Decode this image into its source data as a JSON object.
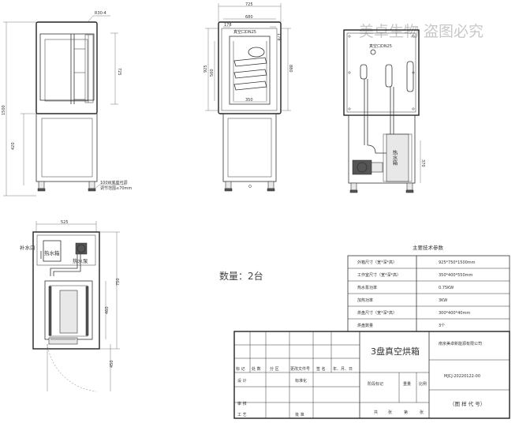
{
  "watermark": "美卓生物 盗图必究",
  "quantity_label": "数量：2台",
  "left_view": {
    "callout": "R30-4",
    "dim_1500": "1500",
    "dim_725": "725",
    "dim_420": "420",
    "note_line1": "100W底座可调",
    "note_line2": "调节范围≤70mm"
  },
  "front_view": {
    "dim_725": "725",
    "dim_680": "680",
    "dim_178_left": "178",
    "dim_178_right": "178",
    "vacuum_label": "真空口DN25",
    "dim_925": "925",
    "dim_500": "500",
    "dim_880": "880",
    "dim_350": "350"
  },
  "back_view": {
    "vacuum_label": "真空口DN25",
    "tank_label": "热水箱",
    "dim_370": "370"
  },
  "top_view": {
    "dim_525": "525",
    "inlet_label": "补水口",
    "tank_label": "热水箱",
    "pump_label": "热水泵",
    "dim_750": "750",
    "dim_460": "460",
    "dim_450": "450"
  },
  "spec_table": {
    "title": "主要技术参数",
    "rows": [
      {
        "label": "外箱尺寸（宽*深*高）",
        "value": "925*750*1500mm"
      },
      {
        "label": "工作室尺寸（宽*深*高）",
        "value": "350*400*550mm"
      },
      {
        "label": "热水泵功率",
        "value": "0.75KW"
      },
      {
        "label": "加热功率",
        "value": "3KW"
      },
      {
        "label": "烘盘尺寸（宽*深*高）",
        "value": "300*400*40mm"
      },
      {
        "label": "烘盘数量",
        "value": "3个"
      }
    ]
  },
  "title_block": {
    "drawing_name": "3盘真空烘箱",
    "company": "南京美卓新能源有限公司",
    "drawing_code": "MJCJ-20220122-00",
    "stage_mark": "阶段标记",
    "weight": "重量",
    "scale": "比例",
    "total": "共",
    "sheets": "张",
    "page": "第",
    "page_sheets": "张",
    "drawing_code_label": "（图 样 代 号）",
    "col_mark": "标 记",
    "col_count": "处 数",
    "col_zone": "分 区",
    "col_change_no": "更改文件号",
    "col_sign": "签 名",
    "col_date": "年、月、日",
    "row_design": "设 计",
    "row_standard": "标准化",
    "row_review": "审 核",
    "row_craft": "工 艺",
    "row_approve": "批 准"
  }
}
